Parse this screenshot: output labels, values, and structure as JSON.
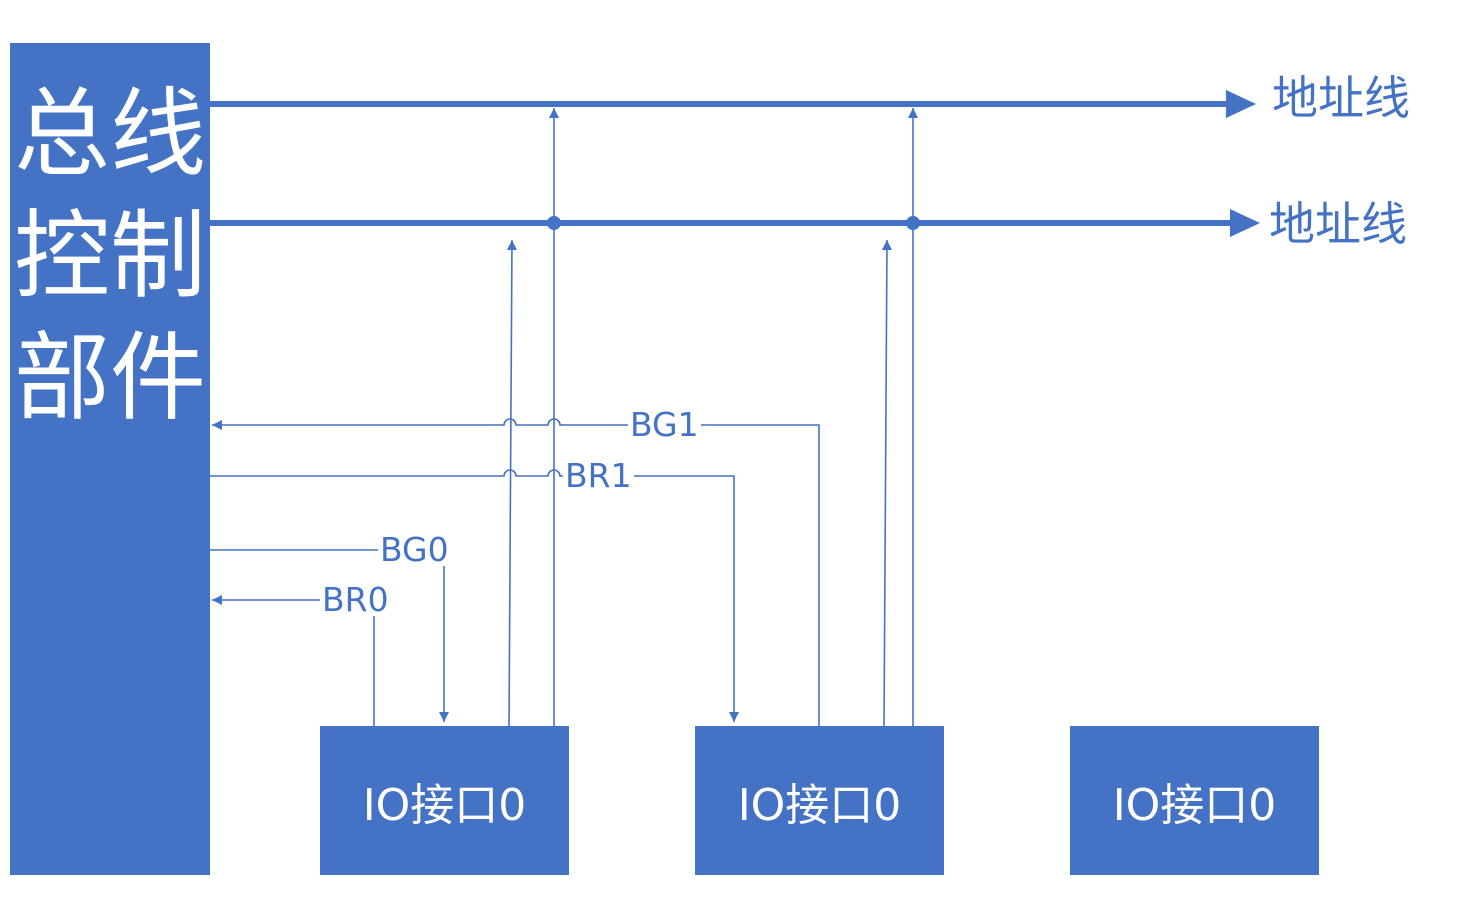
{
  "controller": {
    "label": "总线控制部件"
  },
  "buses": [
    {
      "label": "地址线"
    },
    {
      "label": "地址线"
    }
  ],
  "signals": {
    "bg1": "BG1",
    "br1": "BR1",
    "bg0": "BG0",
    "br0": "BR0"
  },
  "io_interfaces": [
    {
      "label": "IO接口0"
    },
    {
      "label": "IO接口0"
    },
    {
      "label": "IO接口0"
    }
  ],
  "colors": {
    "accent": "#4472C4",
    "text_on_accent": "#FFFFFF"
  }
}
